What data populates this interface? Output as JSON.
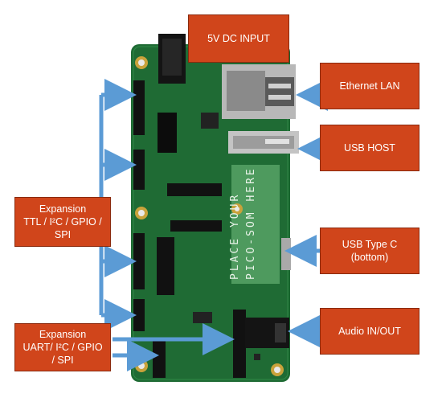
{
  "callouts": {
    "dc_input": "5V DC INPUT",
    "ethernet": "Ethernet LAN",
    "usb_host": "USB HOST",
    "usb_c_line1": "USB Type C",
    "usb_c_line2": "(bottom)",
    "audio": "Audio IN/OUT",
    "exp_left_line1": "Expansion",
    "exp_left_line2": "TTL / I²C / GPIO /",
    "exp_left_line3": "SPI",
    "exp_bottom_line1": "Expansion",
    "exp_bottom_line2": "UART/ I²C / GPIO",
    "exp_bottom_line3": "/ SPI"
  },
  "board": {
    "silkscreen_line1": "PLACE YOUR",
    "silkscreen_line2": "PICO-SOM HERE"
  },
  "colors": {
    "callout_fill": "#d0451b",
    "arrow": "#5b9bd5",
    "pcb": "#1f6b34",
    "pcb_area": "#4e9a5e"
  }
}
